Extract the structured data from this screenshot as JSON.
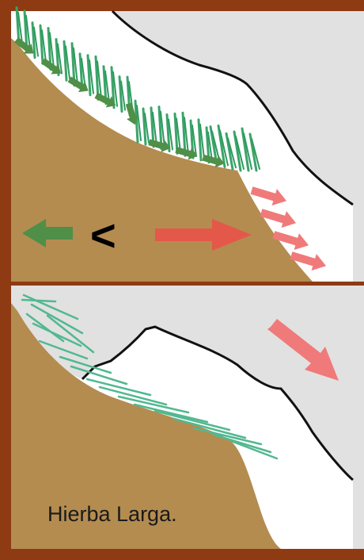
{
  "diagram": {
    "colors": {
      "frame": "#8e3a12",
      "soil": "#b48c50",
      "snow": "#ffffff",
      "sky": "#e1e1e1",
      "snow_edge": "#111111",
      "grass": "#3aa468",
      "grass_dark": "#2e9a5e",
      "arrow_green": "#4f8f48",
      "arrow_red": "#e4584a",
      "arrow_pink": "#f07a7a",
      "symbol": "#000000"
    },
    "top_panel": {
      "comparison_symbol": "<",
      "grass_type": "short-grass",
      "icons": [
        "green-left-arrow",
        "less-than-symbol",
        "red-right-arrow",
        "pink-slide-arrows"
      ]
    },
    "bottom_panel": {
      "caption": "Hierba Larga.",
      "grass_type": "long-grass",
      "icons": [
        "pink-slide-arrow"
      ]
    }
  }
}
